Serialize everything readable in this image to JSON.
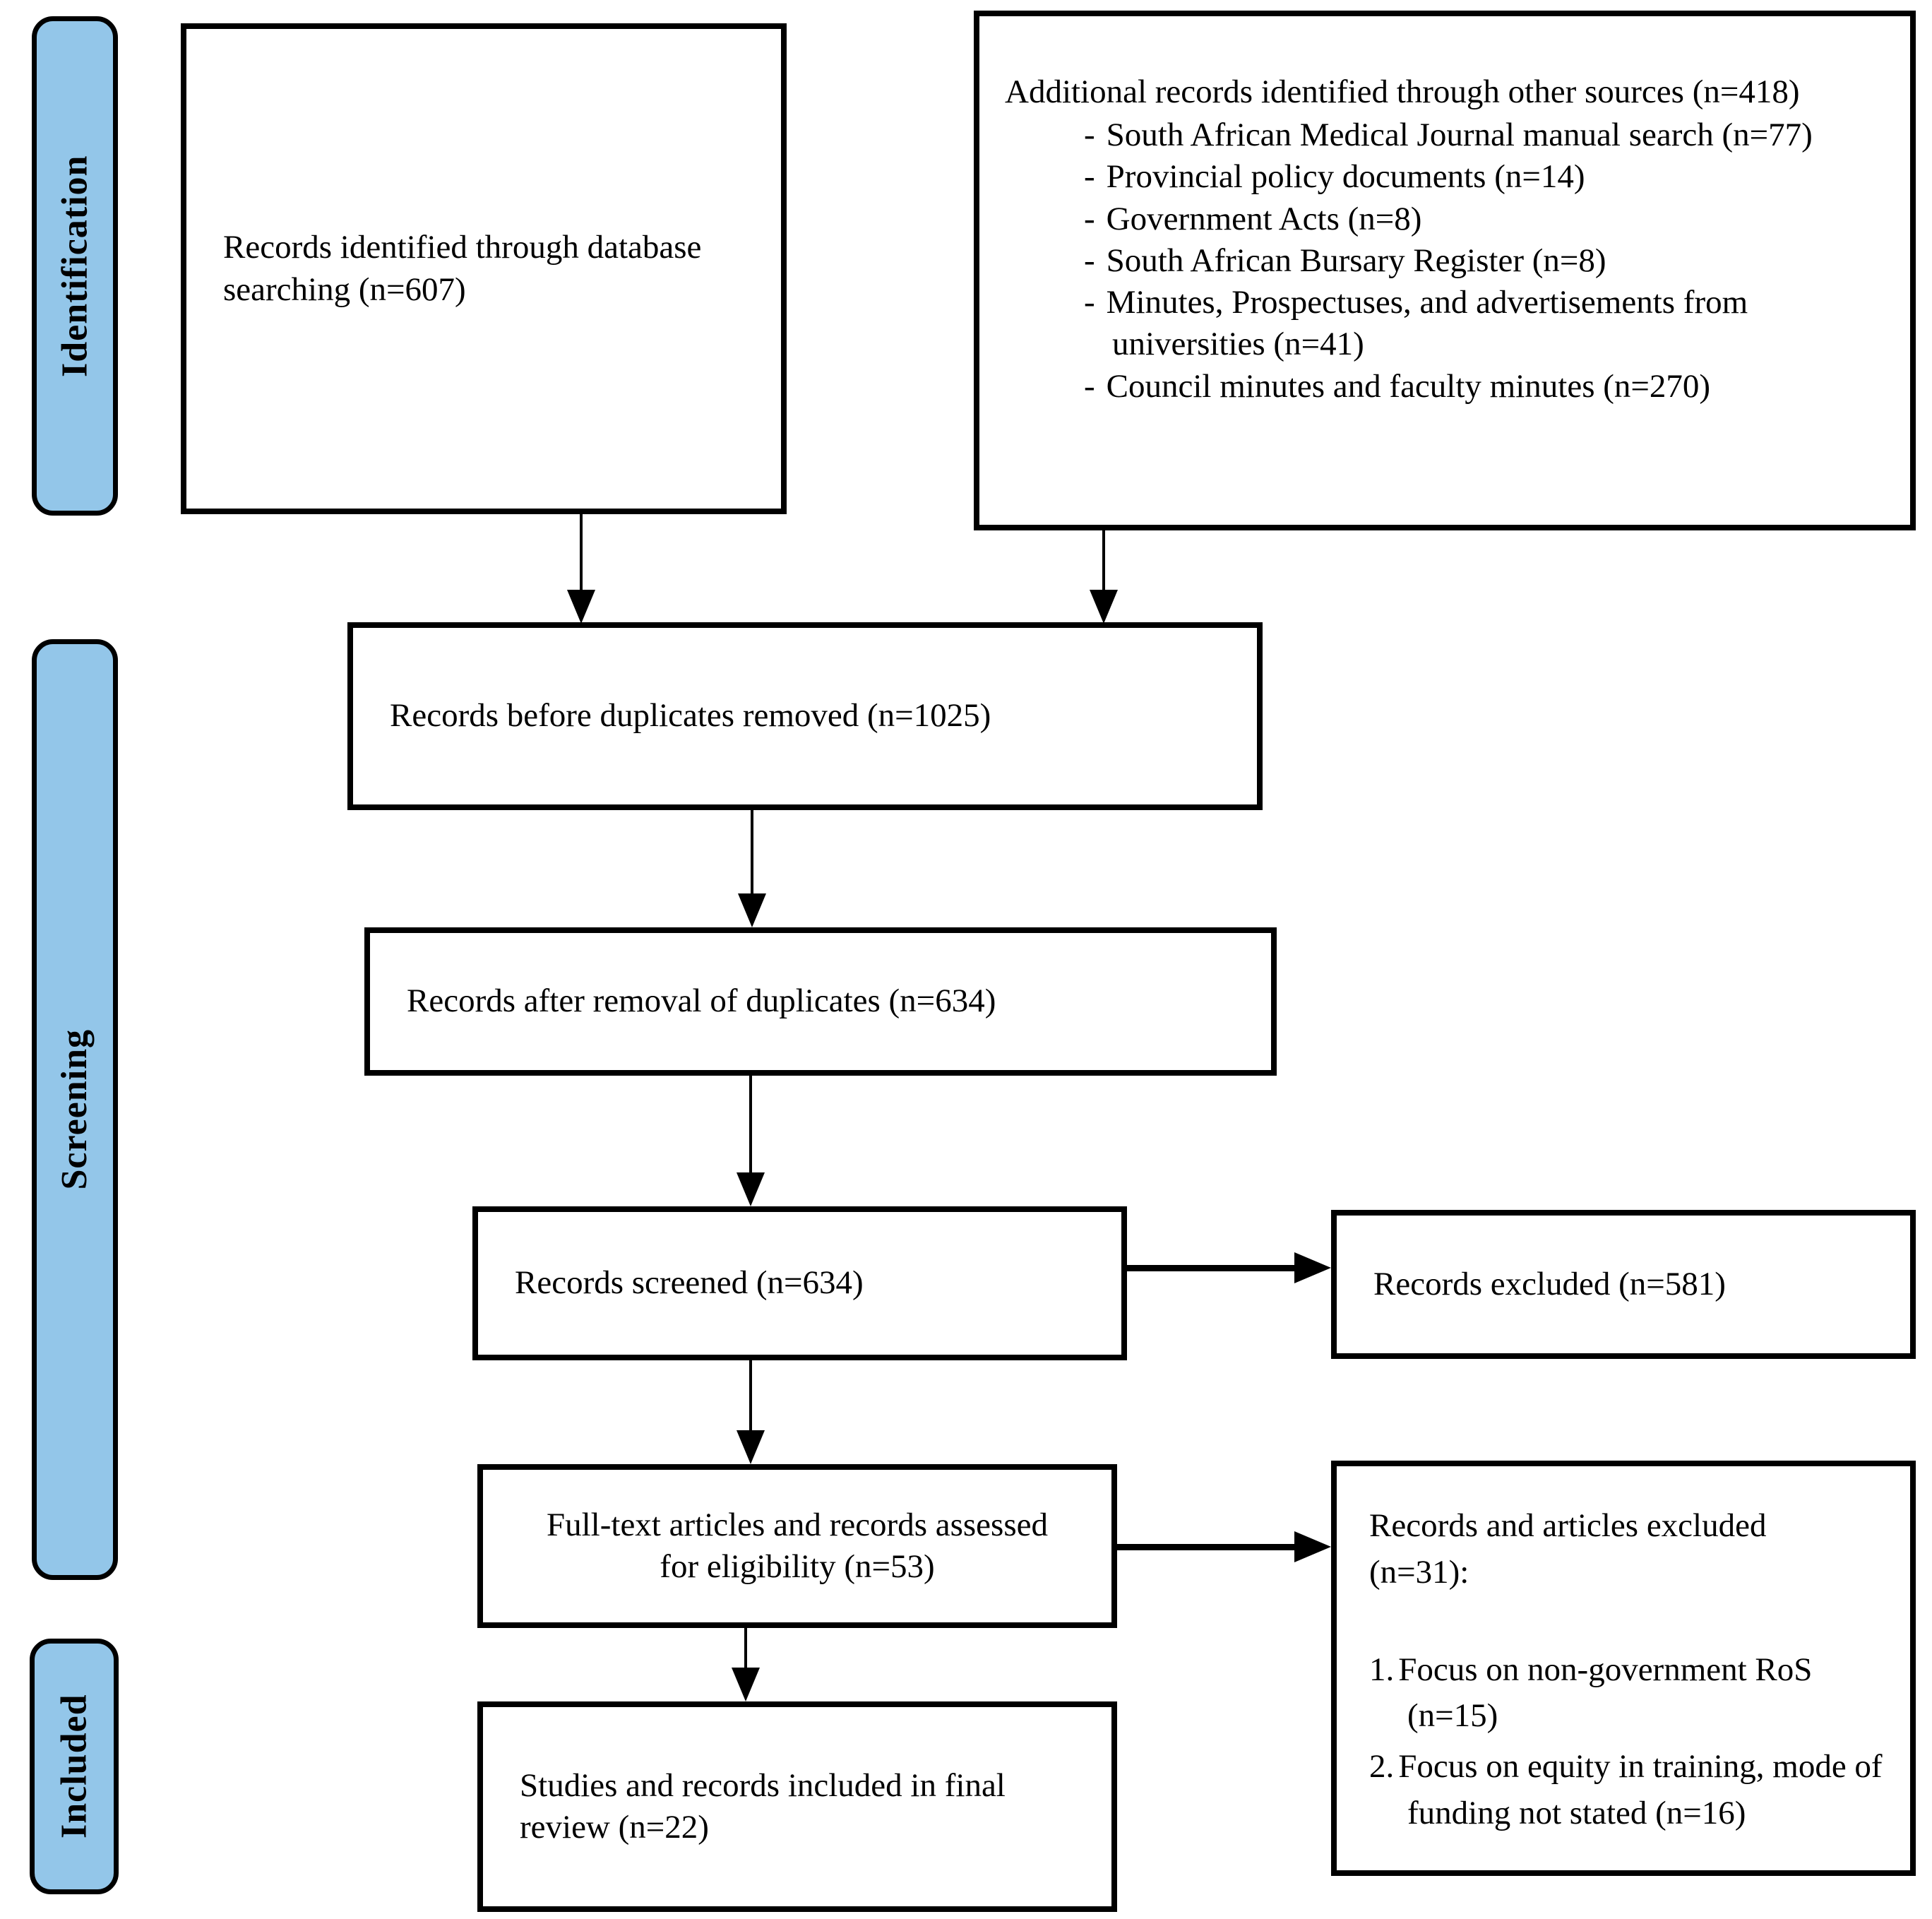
{
  "diagram": {
    "colors": {
      "stage_fill": "#93C6E9",
      "line": "#000000"
    },
    "stages": {
      "identification": "Identification",
      "screening": "Screening",
      "included": "Included"
    },
    "boxes": {
      "records_identified": "Records identified through database searching (n=607)",
      "additional_records_title": "Additional records identified through other sources (n=418)",
      "bullet": "-",
      "additional_sources": [
        "South African Medical Journal manual search (n=77)",
        "Provincial policy documents (n=14)",
        "Government Acts (n=8)",
        "South African Bursary Register (n=8)",
        "Minutes, Prospectuses, and advertisements from universities (n=41)",
        "Council minutes and faculty minutes (n=270)"
      ],
      "records_before_duplicates": "Records before duplicates removed (n=1025)",
      "records_after_duplicates": "Records after removal of duplicates (n=634)",
      "records_screened": "Records screened (n=634)",
      "records_excluded": "Records excluded (n=581)",
      "fulltext_assessed": "Full-text articles and records assessed for eligibility (n=53)",
      "articles_excluded_title": "Records and articles excluded (n=31):",
      "exclusion_reasons": [
        {
          "num": "1.",
          "text": "Focus on non-government RoS (n=15)"
        },
        {
          "num": "2.",
          "text": "Focus on equity in training, mode of funding not stated (n=16)"
        }
      ],
      "studies_included": "Studies and records included in final review (n=22)"
    }
  }
}
